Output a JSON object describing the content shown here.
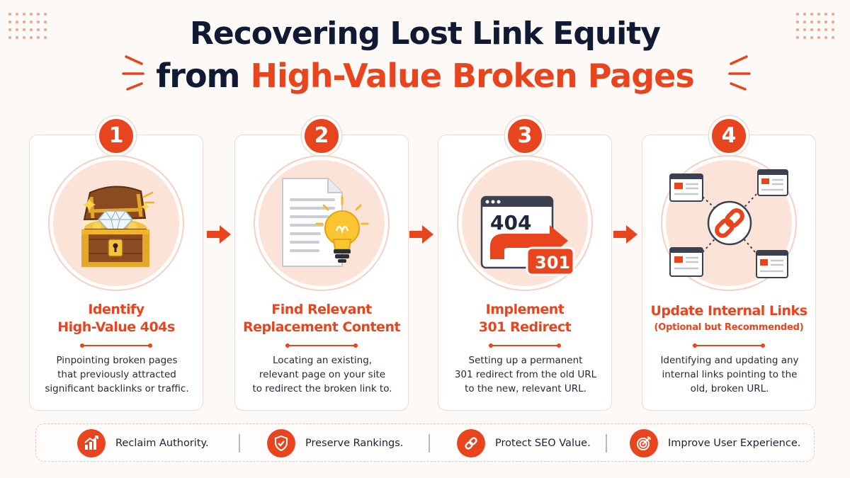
{
  "title": {
    "line1": "Recovering Lost Link Equity",
    "line2_prefix": "from ",
    "line2_accent": "High-Value Broken Pages"
  },
  "colors": {
    "accent": "#e8441e",
    "navy": "#101a33",
    "peach": "#fbe3d7",
    "border": "#f3d9cf"
  },
  "steps": [
    {
      "number": "1",
      "icon": "treasure-chest-diamond-icon",
      "title_lines": [
        "Identify",
        "High-Value 404s"
      ],
      "subtitle": "",
      "desc_lines": [
        "Pinpointing broken pages",
        "that previously attracted",
        "significant backlinks or traffic."
      ]
    },
    {
      "number": "2",
      "icon": "document-lightbulb-icon",
      "title_lines": [
        "Find Relevant",
        "Replacement Content"
      ],
      "subtitle": "",
      "desc_lines": [
        "Locating an existing,",
        "relevant page on your site",
        "to redirect the broken link to."
      ]
    },
    {
      "number": "3",
      "icon": "redirect-404-to-301-icon",
      "icon_labels": {
        "from": "404",
        "to": "301"
      },
      "title_lines": [
        "Implement",
        "301 Redirect"
      ],
      "subtitle": "",
      "desc_lines": [
        "Setting up a permanent",
        "301 redirect from the old URL",
        "to the new, relevant URL."
      ]
    },
    {
      "number": "4",
      "icon": "internal-links-network-icon",
      "title_lines": [
        "Update Internal Links"
      ],
      "subtitle": "(Optional but Recommended)",
      "desc_lines": [
        "Identifying and updating any",
        "internal links pointing to the",
        "old, broken URL."
      ]
    }
  ],
  "benefits": [
    {
      "icon": "growth-chart-icon",
      "label": "Reclaim Authority."
    },
    {
      "icon": "shield-check-icon",
      "label": "Preserve Rankings."
    },
    {
      "icon": "chain-link-icon",
      "label": "Protect SEO Value."
    },
    {
      "icon": "target-icon",
      "label": "Improve User Experience."
    }
  ]
}
